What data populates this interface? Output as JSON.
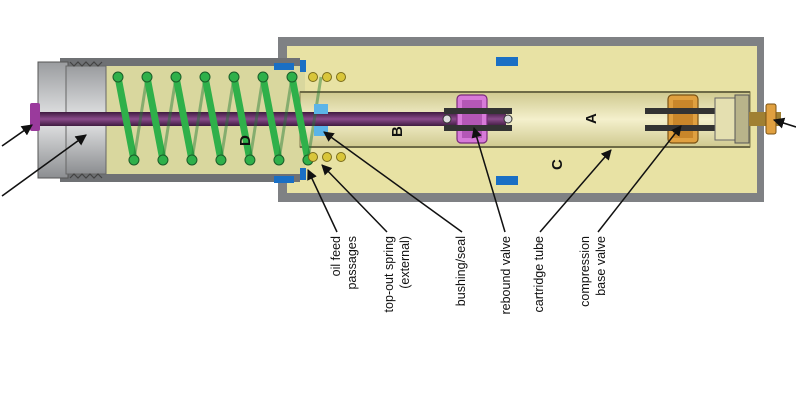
{
  "colors": {
    "housing": "#7f8184",
    "housing_dark": "#55575a",
    "oil": "#e8e2a4",
    "oil_light": "#f2eec4",
    "inner_tube": "#dcd6a0",
    "rod": "#5a2b5a",
    "rebound_valve": "#d77ad8",
    "base_valve": "#e0a040",
    "spring": "#2fb04a",
    "top_out_spring": "#d9c63a",
    "seal_blue": "#1a6fc4",
    "light_blue": "#5bb4e8",
    "end_cap": "#b7b9bc"
  },
  "chambers": {
    "a": "A",
    "b": "B",
    "c": "C",
    "d": "D"
  },
  "labels": {
    "oil_feed_passages": [
      "oil feed",
      "passages"
    ],
    "top_out_spring": [
      "top-out spring",
      "(external)"
    ],
    "bushing_seal": [
      "bushing/seal"
    ],
    "rebound_valve": [
      "rebound valve"
    ],
    "cartridge_tube": [
      "cartridge tube"
    ],
    "compression_base_valve": [
      "compression",
      "base valve"
    ]
  },
  "icons": {
    "pointer": "arrow-icon",
    "spring": "coil-spring-icon",
    "valve": "valve-stack-icon"
  }
}
